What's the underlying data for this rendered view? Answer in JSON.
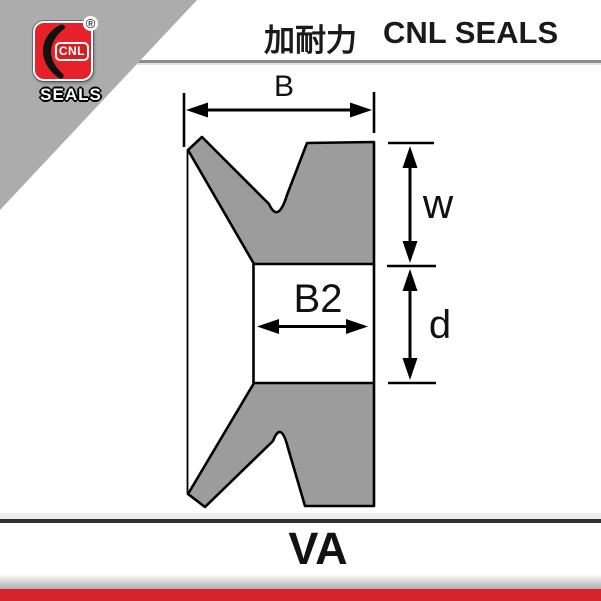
{
  "header": {
    "logo": {
      "brand": "CNL",
      "wordmark": "SEALS",
      "registered": "®"
    },
    "title_zh": "加耐力",
    "title_en": "CNL SEALS"
  },
  "diagram": {
    "labels": {
      "overall_width": "B",
      "lip_height": "w",
      "inner_width": "B2",
      "body_height": "d"
    }
  },
  "footer": {
    "model": "VA"
  },
  "colors": {
    "seal_fill": "#9C9C9C",
    "seal_outline": "#000000",
    "corner_triangle": "#ACACAC",
    "logo_red": "#E62129",
    "chip_red": "#D41F26",
    "accent_red": "#D6242C"
  }
}
